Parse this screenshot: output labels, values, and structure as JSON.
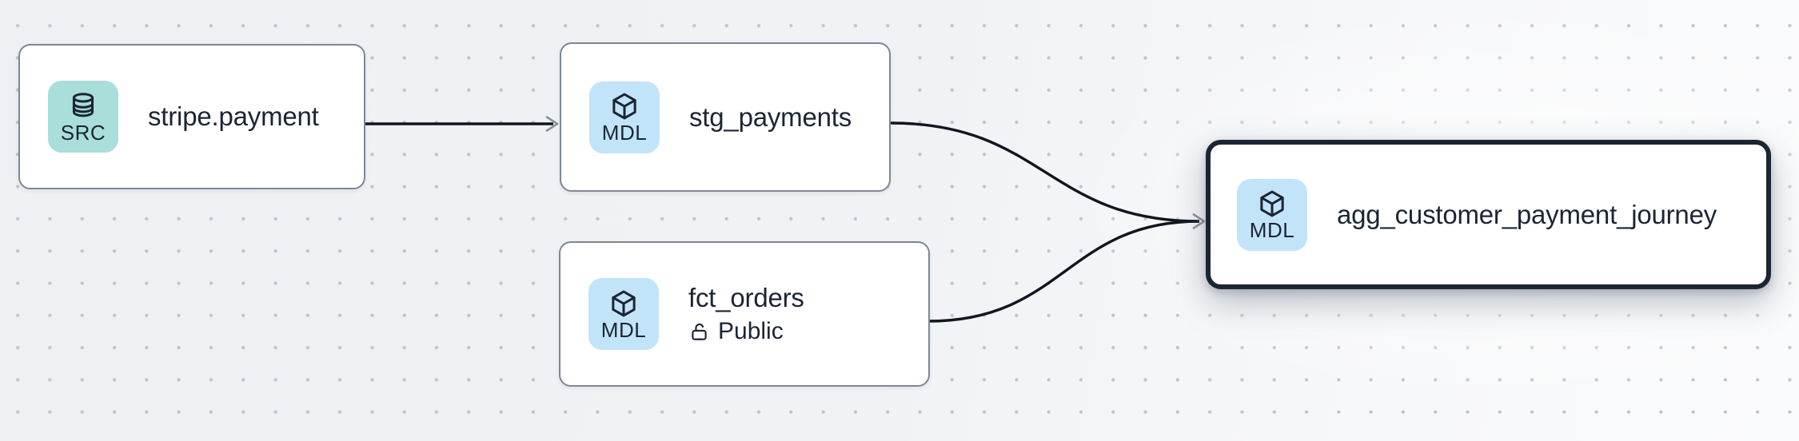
{
  "app": {
    "view": "lineage-graph"
  },
  "colors": {
    "background": "#eff1f4",
    "dot": "#bfc3ca",
    "node_fill": "#ffffff",
    "node_border": "#7f8794",
    "selected_border": "#1c2533",
    "text": "#1b2534",
    "src_badge_bg": "#a9dedb",
    "mdl_badge_bg": "#c2e4f9",
    "edge": "#10161f",
    "arrowhead": "#8b929d"
  },
  "nodes": [
    {
      "label": "stripe.payment",
      "badge": "SRC",
      "icon": "database",
      "selected": false
    },
    {
      "label": "stg_payments",
      "badge": "MDL",
      "icon": "cube",
      "selected": false
    },
    {
      "label": "fct_orders",
      "badge": "MDL",
      "icon": "cube",
      "visibility": "Public",
      "selected": false
    },
    {
      "label": "agg_customer_payment_journey",
      "badge": "MDL",
      "icon": "cube",
      "selected": true
    }
  ],
  "edges": [
    {
      "from": "stripe.payment",
      "to": "stg_payments"
    },
    {
      "from": "stg_payments",
      "to": "agg_customer_payment_journey"
    },
    {
      "from": "fct_orders",
      "to": "agg_customer_payment_journey"
    }
  ]
}
